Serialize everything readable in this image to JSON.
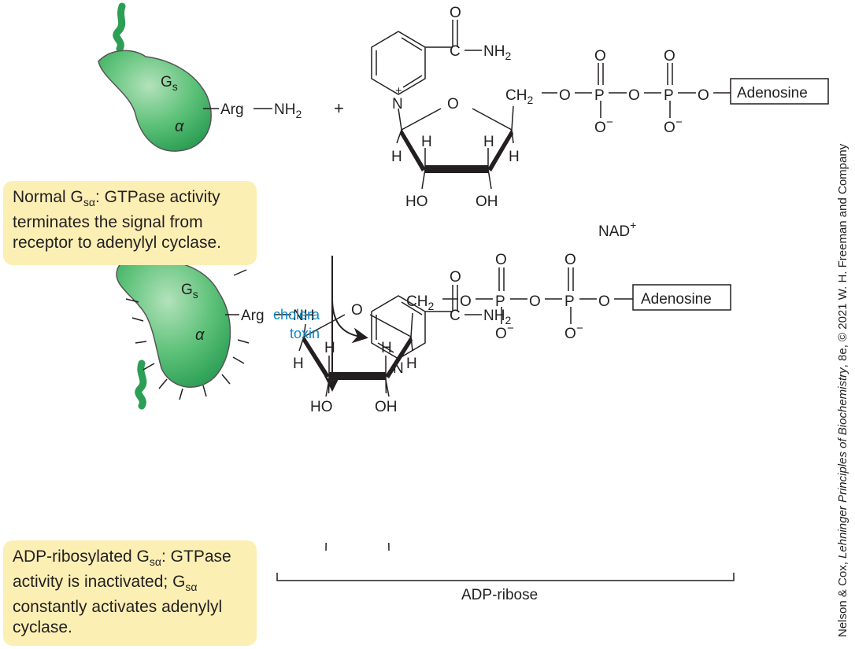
{
  "top_protein": {
    "g": "G",
    "g_sub": "s",
    "alpha": "α",
    "arg": "Arg",
    "nh2": "NH",
    "nh2_sub": "2"
  },
  "plus": "+",
  "nad": {
    "o_carbonyl": "O",
    "c_amide": "C",
    "nh2": "NH",
    "nh2_sub": "2",
    "n_ring": "N",
    "charge": "+",
    "o_ring": "O",
    "ch2": "CH",
    "ch2_sub": "2",
    "o_link1": "O",
    "p1": "P",
    "p1_o_top": "O",
    "p1_o_bottom": "O",
    "minus": "−",
    "o_link2": "O",
    "p2": "P",
    "p2_o_top": "O",
    "p2_o_bottom": "O",
    "o_link3": "O",
    "adenosine": "Adenosine",
    "h": "H",
    "ho": "HO",
    "oh": "OH",
    "label": "NAD",
    "label_sup": "+"
  },
  "note_top": {
    "t1": "Normal G",
    "sub": "sα",
    "t2": ": GTPase activity terminates the signal from receptor to adenylyl cyclase."
  },
  "enzyme": {
    "line1": "cholera",
    "line2": "toxin"
  },
  "nicotinamide": {
    "o": "O",
    "c": "C",
    "nh2": "NH",
    "nh2_sub": "2",
    "n": "N"
  },
  "bottom_protein": {
    "g": "G",
    "g_sub": "s",
    "alpha": "α",
    "arg": "Arg",
    "nh": "NH"
  },
  "adp_ribose": {
    "o_ring": "O",
    "ch2": "CH",
    "ch2_sub": "2",
    "o_link1": "O",
    "p1": "P",
    "p1_o_top": "O",
    "p1_o_bottom": "O",
    "minus": "−",
    "o_link2": "O",
    "p2": "P",
    "p2_o_top": "O",
    "p2_o_bottom": "O",
    "o_link3": "O",
    "adenosine": "Adenosine",
    "h": "H",
    "ho": "HO",
    "oh": "OH",
    "bracket_label": "ADP-ribose"
  },
  "note_bottom": {
    "t1": "ADP-ribosylated G",
    "sub1": "sα",
    "t2": ": GTPase activity is inactivated; G",
    "sub2": "sα",
    "t3": " constantly activates adenylyl cyclase."
  },
  "credit": {
    "authors": "Nelson & Cox, ",
    "title": "Lehninger Principles of Biochemistry",
    "rest": ", 8e, © 2021 W. H. Freeman and Company"
  },
  "colors": {
    "protein_fill": "#2fa85a",
    "protein_highlight": "#a8dcb0",
    "note_bg": "#fcefb4",
    "enzyme_text": "#0a8ac8"
  }
}
